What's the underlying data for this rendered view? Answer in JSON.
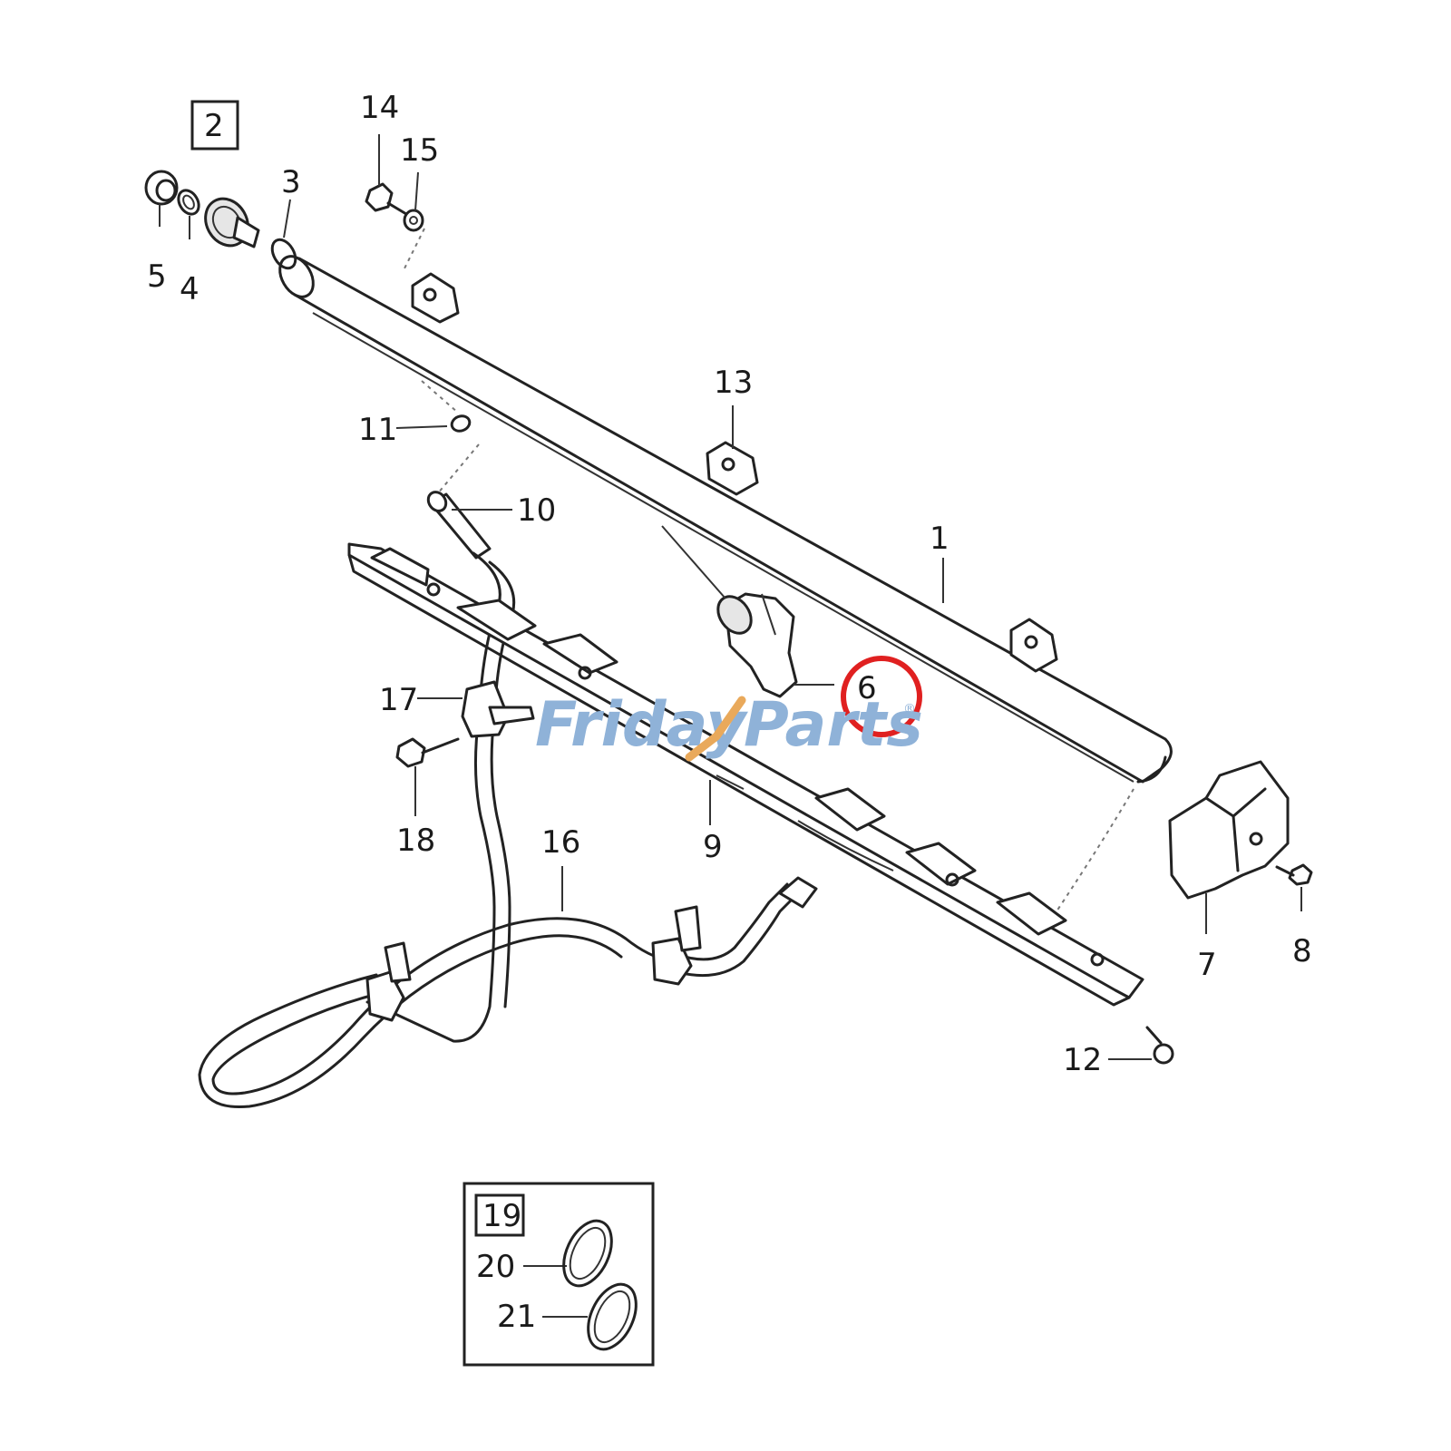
{
  "watermark": {
    "part1": "Friday",
    "part2": "Parts",
    "reg": "®"
  },
  "highlight_color": "#e02020",
  "labels": {
    "l1": "1",
    "l2": "2",
    "l3": "3",
    "l4": "4",
    "l5": "5",
    "l6": "6",
    "l7": "7",
    "l8": "8",
    "l9": "9",
    "l10": "10",
    "l11": "11",
    "l12": "12",
    "l13": "13",
    "l14": "14",
    "l15": "15",
    "l16": "16",
    "l17": "17",
    "l18": "18",
    "l19": "19",
    "l20": "20",
    "l21": "21"
  }
}
